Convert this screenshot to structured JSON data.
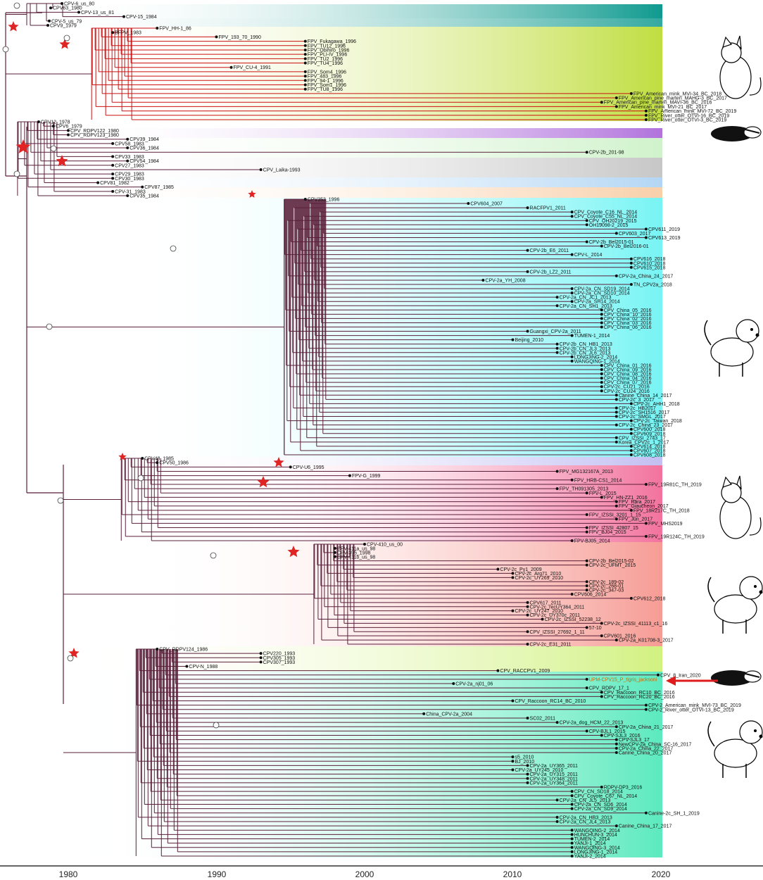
{
  "axis": {
    "ticks": [
      "1980",
      "1990",
      "2000",
      "2010",
      "2020"
    ]
  },
  "colors": {
    "branch": "#5a1f3a",
    "red_branch": "#cc1111",
    "star": "#e02424",
    "highlight_text": "#cc6600",
    "arrow": "#e01b1b"
  },
  "bands": [
    {
      "name": "cpv-early-teal",
      "color": "#0f9a8f"
    },
    {
      "name": "fpv-yellow-green",
      "color": "#b5d81e"
    },
    {
      "name": "purple",
      "color": "#a35ad6"
    },
    {
      "name": "light-green",
      "color": "#c7f0c2"
    },
    {
      "name": "grey",
      "color": "#bdbdbd"
    },
    {
      "name": "light-blue",
      "color": "#a6cff2"
    },
    {
      "name": "peach",
      "color": "#f7c79a"
    },
    {
      "name": "cyan",
      "color": "#5ff2f2"
    },
    {
      "name": "lavender",
      "color": "#b8b4f0"
    },
    {
      "name": "pink",
      "color": "#f05a8c"
    },
    {
      "name": "salmon",
      "color": "#f58a82"
    },
    {
      "name": "yellow-green-2",
      "color": "#c9ef6a"
    },
    {
      "name": "mint",
      "color": "#3fe6b2"
    }
  ],
  "icons": [
    "cat-icon",
    "badger-icon",
    "dog-icon",
    "cat-icon",
    "dog-icon",
    "badger-icon",
    "dog-icon"
  ],
  "highlight": {
    "label": "UPM-CPV15_P_tigris_jacksoni"
  },
  "sections": [
    {
      "name": "cpv-early",
      "labels": [
        "CPV-6_us_80",
        "CPV63_1980",
        "CPV-13_us_81",
        "CPV-15_1984",
        "CPV-5_us_79",
        "CPV9_1979"
      ]
    },
    {
      "name": "fpv-1",
      "labels": [
        "FPV_HH-1_86",
        "BFPV_1983",
        "FPV_193_70_1990",
        "FPV_Fukagawa_1996",
        "FPV_TU12_1996",
        "FPV_Obihiro_1996",
        "FPV_PLI-IV_1996",
        "FPV_TU2_1996",
        "FPV_TU4_1996",
        "FPV_CU-4_1991",
        "FPV_Som4_1996",
        "FPV_483_1996",
        "FPV_94-1_1996",
        "FPV_Som1_1996",
        "FPV_TU8_1996",
        "FPV_American_mink_MVI-34_BC_2018",
        "FPV_American_pine_marten_MAHG-3_BC_2017",
        "FPV_American_pine_marten_MAVI-36_BC_2016",
        "FPV_American_mink_MVI-21_BC_2017",
        "FPV_American_mink_MVI-72_BC_2019",
        "FPV_River_otter_OTVI-16_BC_2019",
        "FPV_River_otter_OTVI-3_BC_2019"
      ]
    },
    {
      "name": "cpv-mid",
      "labels": [
        "CPV12_1978",
        "CPV6_1979",
        "CPV_RDPV122_1980",
        "CPV_RDPV123_1980",
        "CPV39_1984",
        "CPV58_1983",
        "CPV36_1984",
        "CPV-2b_201-98",
        "CPV33_1983",
        "CPV54_1984",
        "CPV27_1983",
        "CPV_Laika-1993",
        "CPV29_1983",
        "CPV30_1983",
        "CPV81_1982",
        "CPV87_1985",
        "CPV-31_1983",
        "CPV35_1984"
      ]
    },
    {
      "name": "cpv-dog-1",
      "labels": [
        "CPV353_1996",
        "CPV604_2007",
        "RACFPV1_2011",
        "CPV_Coyote_C16_NL_2014",
        "CPV_Coyote_C55_NL_2014",
        "CPV_OH20219_2015",
        "OH19098-2_2015",
        "CPV611_2019",
        "CPV603_2017",
        "CPV613_2019",
        "CPV-2b_Bel2015-01",
        "CPV-2b_Bel2016-01",
        "CPV-2b_E6_2011",
        "CPV-L_2014",
        "CPV616_2018",
        "CPV610_2018",
        "CPV615_2018",
        "CPV-2b_LZ2_2011",
        "CPV-2a_China_24_2017",
        "CPV-2a_YH_2008",
        "TN_CPV2a_2018",
        "CPV-2a_CN_SD19_2014",
        "CPV-2a_CN_SD10_2014",
        "CPV-2a_CN_JC1_2013",
        "CPV-2a_SH14_2014",
        "CPV-2a_CN_SH1_2013",
        "CPV_China_05_2016",
        "CPV_China_10_2016",
        "CPV_China_02_2016",
        "CPV_China_03_2016",
        "CPV_China_06_2016",
        "Guangxi_CPV-2a_2011",
        "TUMEN-1_2014",
        "Beijing_2010",
        "CPV-2b_CN_HB1_2013",
        "CPV-2b_CN_JL3_2013",
        "CPV-2b_CN_JL6_2013",
        "LONGJING-2_2014",
        "WANGQING-1_2014",
        "CPV_China_01_2016",
        "CPV_China_09_2016",
        "CPV_China_08_2016",
        "CPV_China_04_2016",
        "CPV_China_07_2016",
        "CPV-2c_CU21_2016",
        "CPV-2c_CU24_2016",
        "Canine_China_14_2017",
        "CPV-2c_3_2017",
        "CPV-2c_AHH1_2018",
        "CPV-2c_HB2017",
        "CPV-2c_SH1516_2017",
        "CPV-2c_SMGL_2017",
        "CPV-2c_Taiwan_2018",
        "CPV-2c_China_23_2017",
        "CPV600_2018",
        "CPV609_2018",
        "CPV_IZSSI_2743_17",
        "Korea_CPV2c_1_2017",
        "CPV614_2018",
        "CPV607_2018",
        "CPV608_2018"
      ]
    },
    {
      "name": "fpv-2",
      "labels": [
        "CPV48_1985",
        "CPV50_1986",
        "CPV-U6_1995",
        "FPV_MG132167A_2013",
        "FPV-G_1999",
        "FPV_HRB-CS1_2014",
        "FPV_19R81C_TH_2019",
        "FPV_TH091305_2013",
        "FPV-L_2015",
        "FPV_HN-ZZ1_2016",
        "FPV_Rara_2017",
        "FPV_Giaucheon_2017",
        "FPV_18R217C_TH_2018",
        "FPV_IZSSI_3201_1_15",
        "FPV_Jun_2017",
        "FPV_MHS2019",
        "FPV_IZSSI_42807_15",
        "FPV_BJ04_2015",
        "FPV_19R124C_TH_2019",
        "FPV-BJ05_2014"
      ]
    },
    {
      "name": "cpv-dog-2",
      "labels": [
        "CPV-410_us_00",
        "CPV-411a_us_98",
        "CPV-395_1998",
        "CPV-411b_us_98",
        "CPV-2b_Bel2015-02",
        "CPV-2c_UFMT_2015",
        "CPV-2c_Py1_2009",
        "CPV-2c_Arg71_2010",
        "CPV-2c_UY269_2010",
        "CPV-2c_189-02",
        "CPV-2c_268-01",
        "CPV-2c_347-03",
        "CPV606_2014",
        "CPV612_2018",
        "CPV617_2011",
        "CPV-2c_recUY364_2011",
        "CPV-2c_UY247_2010",
        "CPV-2c_UY370c_2011",
        "CPV-2c_IZSSI_52238_12",
        "CPV-2c_IZSSI_41113_c1_16",
        "57-10",
        "CPV_IZSSI_27692_1_11",
        "CPV601_2016",
        "CPV-2a_K01708-3_2017",
        "CPV-2c_E31_2011"
      ]
    },
    {
      "name": "cpv-late",
      "labels": [
        "CPV_RDPV124_1986",
        "CPV220_1993",
        "CPV305_1993",
        "CPV307_1993",
        "CPV-N_1988",
        "CPV_RACCPV1_2009",
        "CPV_8_Iran_2020",
        "UPM-CPV15_P_tigris_jacksoni",
        "CPV-2a_nj01_06",
        "CPV_RDPV_17_1",
        "CPV_Raccoon_RC10_BC_2016",
        "CPV_Raccoon_RC20_BC_2016",
        "CPV_Raccoon_RC14_BC_2010",
        "CPV-2_American_mink_MVI-73_BC_2019",
        "CPV-2_River_otter_OTVI-13_BC_2019",
        "China_CPV-2a_2004",
        "SC02_2011",
        "CPV-2a_dog_HCM_22_2013",
        "CPV-2a_China_21_2017",
        "CPV-BJL1_2015",
        "CPV-SJL3_2016",
        "CPV-SJL3_17",
        "NewCPV-2a_China_SC-16_2017",
        "CPV-2a_China_22_2017",
        "Canine_China_20_2017",
        "s5_2010",
        "BJ_2010",
        "CPV-2a_UY365_2011",
        "CPV-2a_UY245_2010",
        "CPV-2a_UY315_2011",
        "CPV-2a_UY348_2011",
        "CPV-2a_UY364_2011",
        "RDPV-DP3_2016",
        "CPV_CN_SD18_2014",
        "CPV_Coyote_C67_NL_2014",
        "CPV-2a_CN_JL5_2013",
        "CPV-2a_CN_SD6_2014",
        "CPV-2a_CN_SD9_2014",
        "Canine-2c_SH_1_2019",
        "CPV-2a_CN_HB3_2013",
        "CPV-2a_CN_JL4_2013",
        "Canine_China_17_2017",
        "WANGQING-2_2014",
        "HUNCHUN-3_2014",
        "TUMEN-2_2014",
        "YANJI-1_2014",
        "WANGQING-3_2014",
        "LONGJING-1_2014",
        "YANJI-2_2014"
      ]
    }
  ]
}
